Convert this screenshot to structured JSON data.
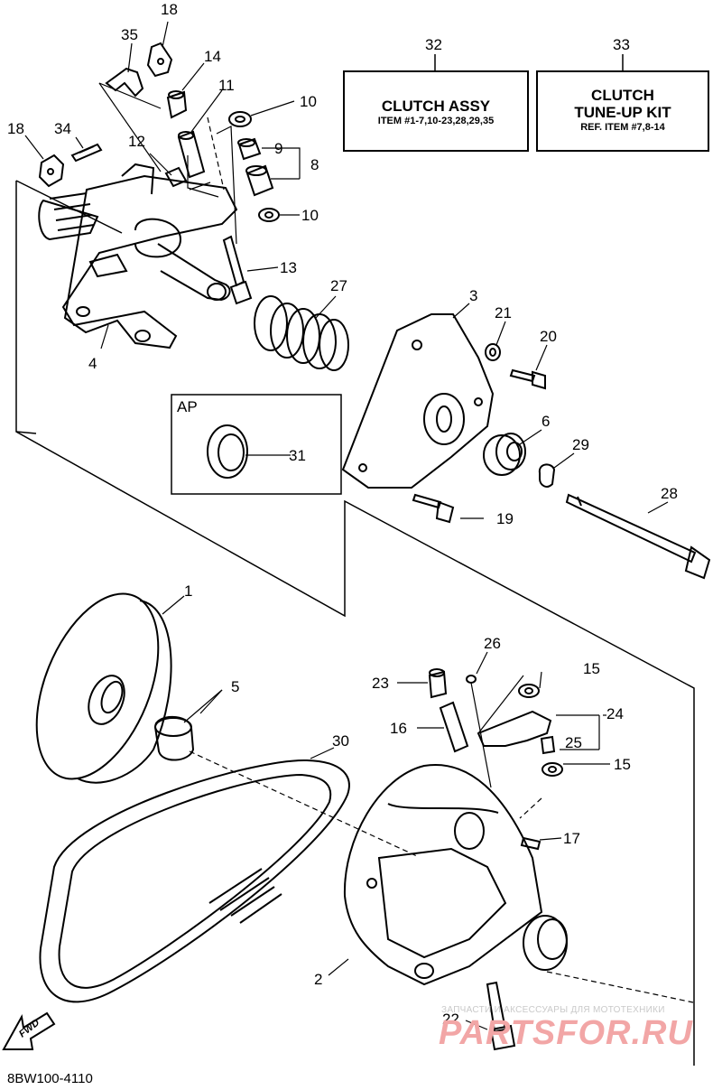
{
  "callouts": [
    "1",
    "2",
    "3",
    "4",
    "5",
    "6",
    "8",
    "9",
    "10",
    "10",
    "11",
    "12",
    "13",
    "14",
    "15",
    "15",
    "16",
    "17",
    "18",
    "18",
    "19",
    "20",
    "21",
    "22",
    "23",
    "24",
    "25",
    "26",
    "27",
    "28",
    "29",
    "30",
    "31",
    "34",
    "35"
  ],
  "box_clutch_assy": {
    "number": "32",
    "title": "CLUTCH ASSY",
    "subtitle": "ITEM #1-7,10-23,28,29,35"
  },
  "box_tune_up": {
    "number": "33",
    "title_line1": "CLUTCH",
    "title_line2": "TUNE-UP KIT",
    "subtitle": "REF. ITEM #7,8-14"
  },
  "ap_label": "AP",
  "fwd_label": "FWD",
  "diagram_code": "8BW100-4110",
  "watermark_small": "ЗАПЧАСТИ И АКСЕССУАРЫ ДЛЯ МОТОТЕХНИКИ",
  "watermark_big": "PARTSFOR.RU",
  "colors": {
    "line": "#000000",
    "background": "#ffffff",
    "watermark": "#f2a6a6"
  }
}
